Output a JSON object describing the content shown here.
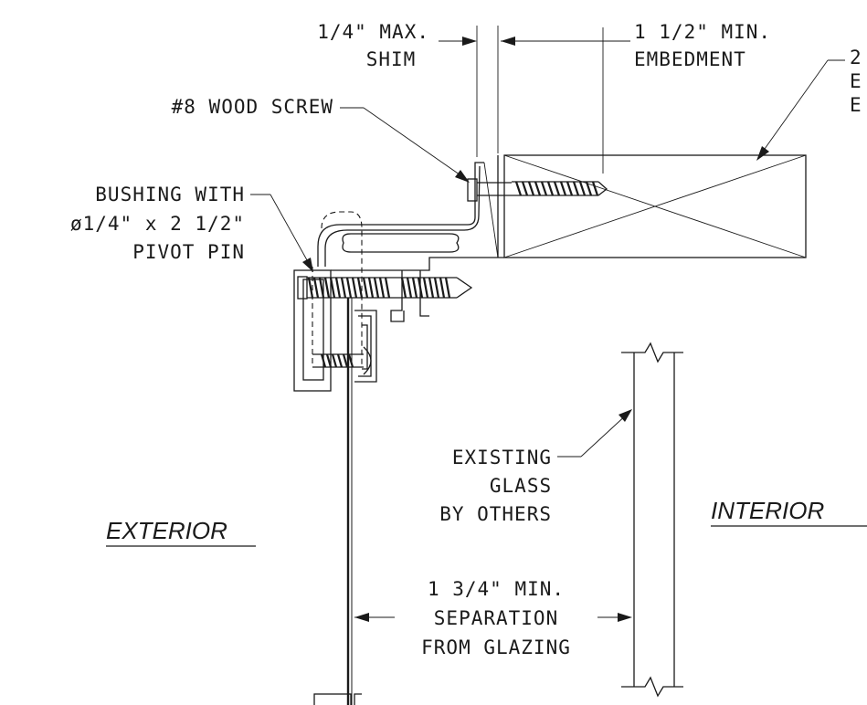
{
  "labels": {
    "shim_line1": "1/4\" MAX.",
    "shim_line2": "SHIM",
    "embed_line1": "1 1/2\" MIN.",
    "embed_line2": "EMBEDMENT",
    "cut_line1": "2",
    "cut_line2": "E",
    "cut_line3": "E",
    "wood_screw": "#8 WOOD SCREW",
    "bushing_line1": "BUSHING WITH",
    "bushing_line2": "ø1/4\" x 2 1/2\"",
    "bushing_line3": "PIVOT PIN",
    "glass_line1": "EXISTING",
    "glass_line2": "GLASS",
    "glass_line3": "BY OTHERS",
    "sep_line1": "1 3/4\" MIN.",
    "sep_line2": "SEPARATION",
    "sep_line3": "FROM GLAZING"
  },
  "zones": {
    "exterior": "EXTERIOR",
    "interior": "INTERIOR"
  }
}
